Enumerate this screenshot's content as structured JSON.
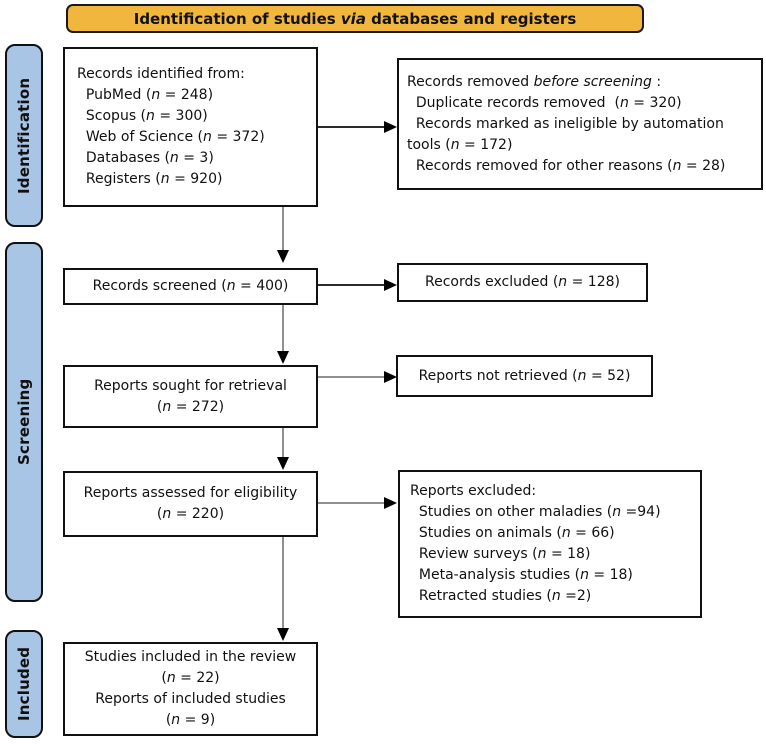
{
  "title": "Identification of studies *via* databases and registers",
  "colors": {
    "banner": "#F1B63E",
    "stage_tab": "#A9C5E6",
    "line_gray": "#909090"
  },
  "stages": {
    "identification": "Identification",
    "screening": "Screening",
    "included": "Included"
  },
  "boxes": {
    "identified": {
      "lines": [
        "Records identified from:",
        "  PubMed (*n* = 248)",
        "  Scopus (*n* = 300)",
        "  Web of Science (*n* = 372)",
        "  Databases (*n* = 3)",
        "  Registers (*n* = 920)"
      ]
    },
    "removed": {
      "lines": [
        "Records removed *before screening* :",
        "  Duplicate records removed  (*n* = 320)",
        "  Records marked as ineligible by automation tools (*n* = 172)",
        "  Records removed for other reasons (*n* = 28)"
      ]
    },
    "screened": {
      "lines": [
        "Records screened (*n* = 400)"
      ]
    },
    "records_excluded": {
      "lines": [
        "Records excluded (*n* = 128)"
      ]
    },
    "sought": {
      "lines": [
        "Reports sought for retrieval",
        "(*n* = 272)"
      ]
    },
    "not_retrieved": {
      "lines": [
        "Reports not retrieved (*n* = 52)"
      ]
    },
    "assessed": {
      "lines": [
        "Reports assessed for eligibility",
        "(*n* = 220)"
      ]
    },
    "reports_excluded": {
      "lines": [
        "Reports excluded:",
        "  Studies on other maladies (*n* =94)",
        "  Studies on animals (*n* = 66)",
        "  Review surveys (*n* = 18)",
        "  Meta-analysis studies (*n* = 18)",
        "  Retracted studies (*n* =2)"
      ]
    },
    "included_studies": {
      "lines": [
        "Studies included in the review",
        "(*n* = 22)",
        "Reports of included studies",
        "(*n* = 9)"
      ]
    }
  }
}
